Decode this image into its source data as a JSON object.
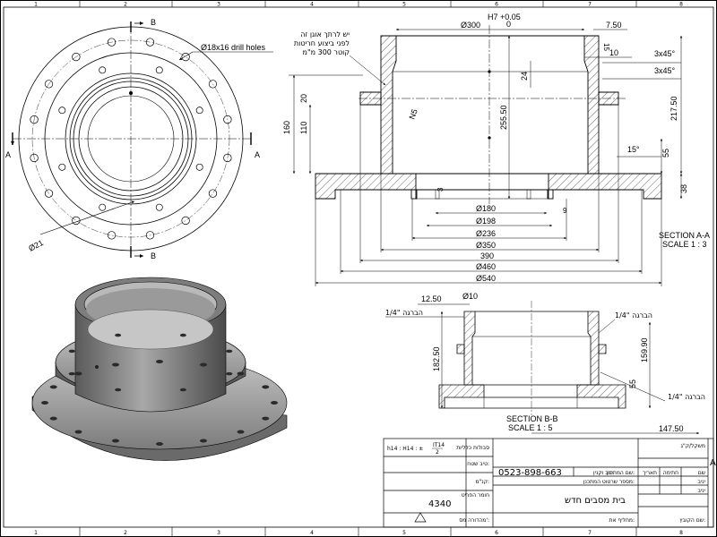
{
  "border": {
    "columns": [
      "1",
      "2",
      "3",
      "4",
      "5",
      "6",
      "7",
      "8"
    ]
  },
  "front_view": {
    "cut_label_b": "B",
    "cut_label_a": "A",
    "hole_callout": "Ø18x16 drill holes",
    "dia_21": "Ø21"
  },
  "section_aa": {
    "tolerance": "H7 +0.05",
    "tolerance_lower": "0",
    "dia_300": "Ø300",
    "dim_7_50": "7.50",
    "dim_15": "15",
    "dim_10": "10",
    "chamfer_1": "3x45°",
    "chamfer_2": "3x45°",
    "dim_24": "24",
    "dim_255_50": "255.50",
    "dim_217_50": "217.50",
    "dim_160": "160",
    "dim_110": "110",
    "dim_20": "20",
    "dim_n5": "N5",
    "dim_55": "55",
    "dim_15deg": "15°",
    "dim_38": "38",
    "dim_3": "3",
    "dim_9": "9",
    "dia_180": "Ø180",
    "dia_198": "Ø198",
    "dia_236": "Ø236",
    "dia_350": "Ø350",
    "dim_390": "390",
    "dia_460": "Ø460",
    "dia_540": "Ø540",
    "note_line1": "יש לרתך אוגן זה",
    "note_line2": "לפני ביצוע חריטות",
    "note_line3": "קוטר 300 מ\"מ",
    "title": "SECTION A-A",
    "scale": "SCALE 1 : 3"
  },
  "section_bb": {
    "dim_12_50": "12.50",
    "dia_10": "Ø10",
    "thread_left": "1/4\" הברגה",
    "thread_right": "1/4\" הברגה",
    "thread_bottom": "1/4\" הברגה",
    "dim_182_50": "182.50",
    "dim_159_90": "159.90",
    "dim_55": "55",
    "dim_147_50": "147.50",
    "title": "SECTION B-B",
    "scale": "SCALE 1 : 5"
  },
  "title_block": {
    "tolerance_label": "h14 : H14 : ±",
    "tolerance_frac_top": "IT14",
    "tolerance_frac_bot": "2",
    "general_tol": "סבולות כלליות",
    "surface": "טיב שטח:",
    "scale_label": "קנ\"מ:",
    "material_label": "חומר הפריט",
    "material_value": "4340",
    "sheet_id_label": "מהדורה מס':",
    "phone": "0523-898-663",
    "designer": "יניב וקנין",
    "designer_name_label": "שם המתכנן:",
    "drawing_num_label": "מספר שרטוט המתכנן:",
    "part_name": "בית מסבים חדש",
    "replaces": "מחליף את:",
    "col_name": "שם",
    "col_sign": "חתימה",
    "col_date": "תאריך",
    "row1": "יניב",
    "row2": "יניב",
    "weight": "משקל/ק\"ג",
    "customer_label": "שם הקובץ:",
    "right_a": "A"
  }
}
